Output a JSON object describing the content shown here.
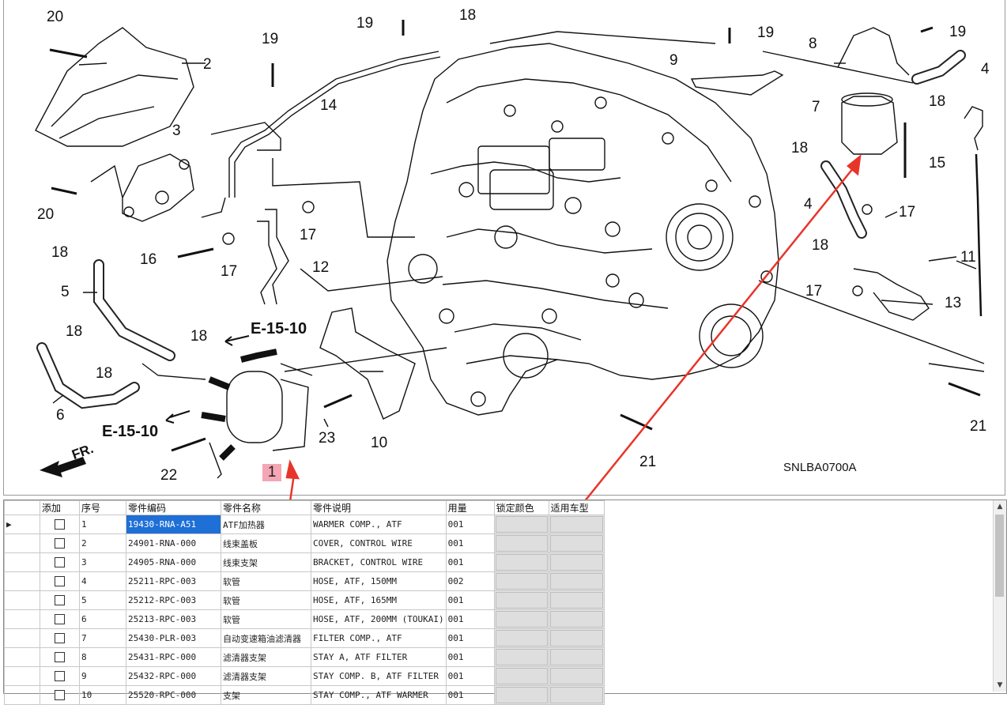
{
  "diagram": {
    "code": "SNLBA0700A",
    "ref_left": "E-15-10",
    "ref_top": "E-15-10",
    "fr_arrow": "FR.",
    "highlighted_label": "1",
    "callouts": [
      "20",
      "2",
      "3",
      "20",
      "18",
      "5",
      "18",
      "6",
      "18",
      "18",
      "22",
      "16",
      "17",
      "17",
      "12",
      "14",
      "19",
      "19",
      "18",
      "23",
      "10",
      "21",
      "21",
      "19",
      "9",
      "8",
      "19",
      "4",
      "7",
      "18",
      "18",
      "15",
      "17",
      "4",
      "18",
      "11",
      "17",
      "13"
    ]
  },
  "table": {
    "columns": [
      "",
      "添加",
      "序号",
      "零件编码",
      "零件名称",
      "零件说明",
      "用量",
      "锁定颜色",
      "适用车型"
    ],
    "rows": [
      {
        "no": "1",
        "code": "19430-RNA-A51",
        "name": "ATF加热器",
        "desc": "WARMER COMP., ATF",
        "qty": "001"
      },
      {
        "no": "2",
        "code": "24901-RNA-000",
        "name": "线束盖板",
        "desc": "COVER, CONTROL WIRE",
        "qty": "001"
      },
      {
        "no": "3",
        "code": "24905-RNA-000",
        "name": "线束支架",
        "desc": "BRACKET, CONTROL WIRE",
        "qty": "001"
      },
      {
        "no": "4",
        "code": "25211-RPC-003",
        "name": "软管",
        "desc": "HOSE, ATF, 150MM",
        "qty": "002"
      },
      {
        "no": "5",
        "code": "25212-RPC-003",
        "name": "软管",
        "desc": "HOSE, ATF, 165MM",
        "qty": "001"
      },
      {
        "no": "6",
        "code": "25213-RPC-003",
        "name": "软管",
        "desc": "HOSE, ATF, 200MM (TOUKAI)",
        "qty": "001"
      },
      {
        "no": "7",
        "code": "25430-PLR-003",
        "name": "自动变速箱油滤清器",
        "desc": "FILTER COMP., ATF",
        "qty": "001"
      },
      {
        "no": "8",
        "code": "25431-RPC-000",
        "name": "滤清器支架",
        "desc": "STAY A, ATF FILTER",
        "qty": "001"
      },
      {
        "no": "9",
        "code": "25432-RPC-000",
        "name": "滤清器支架",
        "desc": "STAY COMP. B, ATF FILTER",
        "qty": "001"
      },
      {
        "no": "10",
        "code": "25520-RPC-000",
        "name": "支架",
        "desc": "STAY COMP., ATF WARMER",
        "qty": "001"
      }
    ]
  },
  "colors": {
    "selection": "#1e6fd6",
    "highlight": "#f4a6b4",
    "arrow": "#e8352a"
  },
  "icons": {
    "row_pointer": "triangle-right-icon",
    "scroll_up": "chevron-up-icon",
    "scroll_down": "chevron-down-icon"
  }
}
